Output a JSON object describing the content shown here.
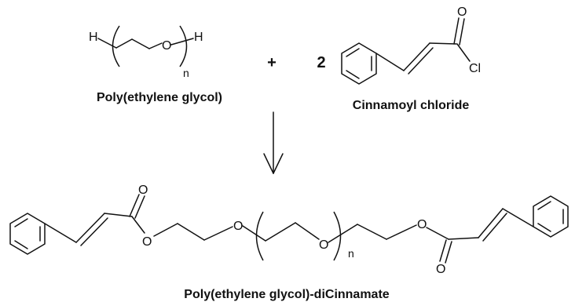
{
  "reactant1": {
    "name": "Poly(ethylene glycol)",
    "left_atom": "H",
    "oxygen": "O",
    "right_atom": "H",
    "repeat": "n"
  },
  "plus_sign": "+",
  "coefficient": "2",
  "reactant2": {
    "name": "Cinnamoyl chloride",
    "carbonyl_oxygen": "O",
    "chlorine": "Cl"
  },
  "product": {
    "name": "Poly(ethylene glycol)-diCinnamate",
    "ester_oxygen_left": "O",
    "carbonyl_oxygen_left": "O",
    "ether_oxygen_left": "O",
    "repeat_oxygen": "O",
    "repeat": "n",
    "ester_oxygen_right": "O",
    "carbonyl_oxygen_right": "O"
  }
}
